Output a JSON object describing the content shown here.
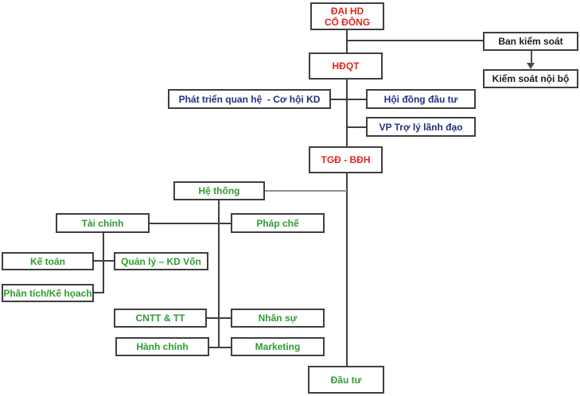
{
  "title": "Company organizational chart",
  "colors": {
    "red": "#E2241E",
    "blue": "#232E86",
    "green": "#2E9B30",
    "text_black": "#1A1A1A",
    "box_border": "#3F3F3F",
    "line": "#3F3F3F",
    "line_gray": "#8F8F8F",
    "arrow": "#4D4D4D",
    "background": "#FFFFFF"
  },
  "nodes": {
    "shareholders": {
      "label": "ĐẠI HD\nCỔ ĐÔNG",
      "color": "red"
    },
    "supervisory_board": {
      "label": "Ban kiểm soát",
      "color": "text_black"
    },
    "internal_control": {
      "label": "Kiểm soát nội bộ",
      "color": "text_black"
    },
    "board_of_directors": {
      "label": "HĐQT",
      "color": "red"
    },
    "relations_dev": {
      "label": "Phát triển quan hệ  - Cơ hội KD",
      "color": "blue"
    },
    "investment_council": {
      "label": "Hội đồng đầu tư",
      "color": "blue"
    },
    "executive_office": {
      "label": "VP Trợ lý lãnh đạo",
      "color": "blue"
    },
    "ceo_board": {
      "label": "TGĐ - BĐH",
      "color": "red"
    },
    "system": {
      "label": "Hệ thống",
      "color": "green"
    },
    "finance": {
      "label": "Tài chính",
      "color": "green"
    },
    "legal": {
      "label": "Pháp chế",
      "color": "green"
    },
    "accounting": {
      "label": "Kế toán",
      "color": "green"
    },
    "capital_mgmt": {
      "label": "Quản lý – KD Vốn",
      "color": "green"
    },
    "analysis_planning": {
      "label": "Phân tích/Kế họach",
      "color": "green"
    },
    "it_comm": {
      "label": "CNTT & TT",
      "color": "green"
    },
    "hr": {
      "label": "Nhân sự",
      "color": "green"
    },
    "admin": {
      "label": "Hành chính",
      "color": "green"
    },
    "marketing": {
      "label": "Marketing",
      "color": "green"
    },
    "investment": {
      "label": "Đầu tư",
      "color": "green"
    }
  },
  "edges": [
    {
      "from": "shareholders",
      "to": "board_of_directors"
    },
    {
      "from": "shareholders",
      "to": "supervisory_board"
    },
    {
      "from": "supervisory_board",
      "to": "internal_control",
      "style": "arrow"
    },
    {
      "from": "board_of_directors",
      "to": "relations_dev"
    },
    {
      "from": "board_of_directors",
      "to": "investment_council"
    },
    {
      "from": "board_of_directors",
      "to": "executive_office"
    },
    {
      "from": "board_of_directors",
      "to": "ceo_board"
    },
    {
      "from": "ceo_board",
      "to": "system"
    },
    {
      "from": "ceo_board",
      "to": "investment"
    },
    {
      "from": "system",
      "to": "finance"
    },
    {
      "from": "system",
      "to": "legal"
    },
    {
      "from": "finance",
      "to": "accounting"
    },
    {
      "from": "finance",
      "to": "capital_mgmt"
    },
    {
      "from": "finance",
      "to": "analysis_planning"
    },
    {
      "from": "system",
      "to": "it_comm"
    },
    {
      "from": "system",
      "to": "hr"
    },
    {
      "from": "system",
      "to": "admin"
    },
    {
      "from": "system",
      "to": "marketing"
    }
  ]
}
